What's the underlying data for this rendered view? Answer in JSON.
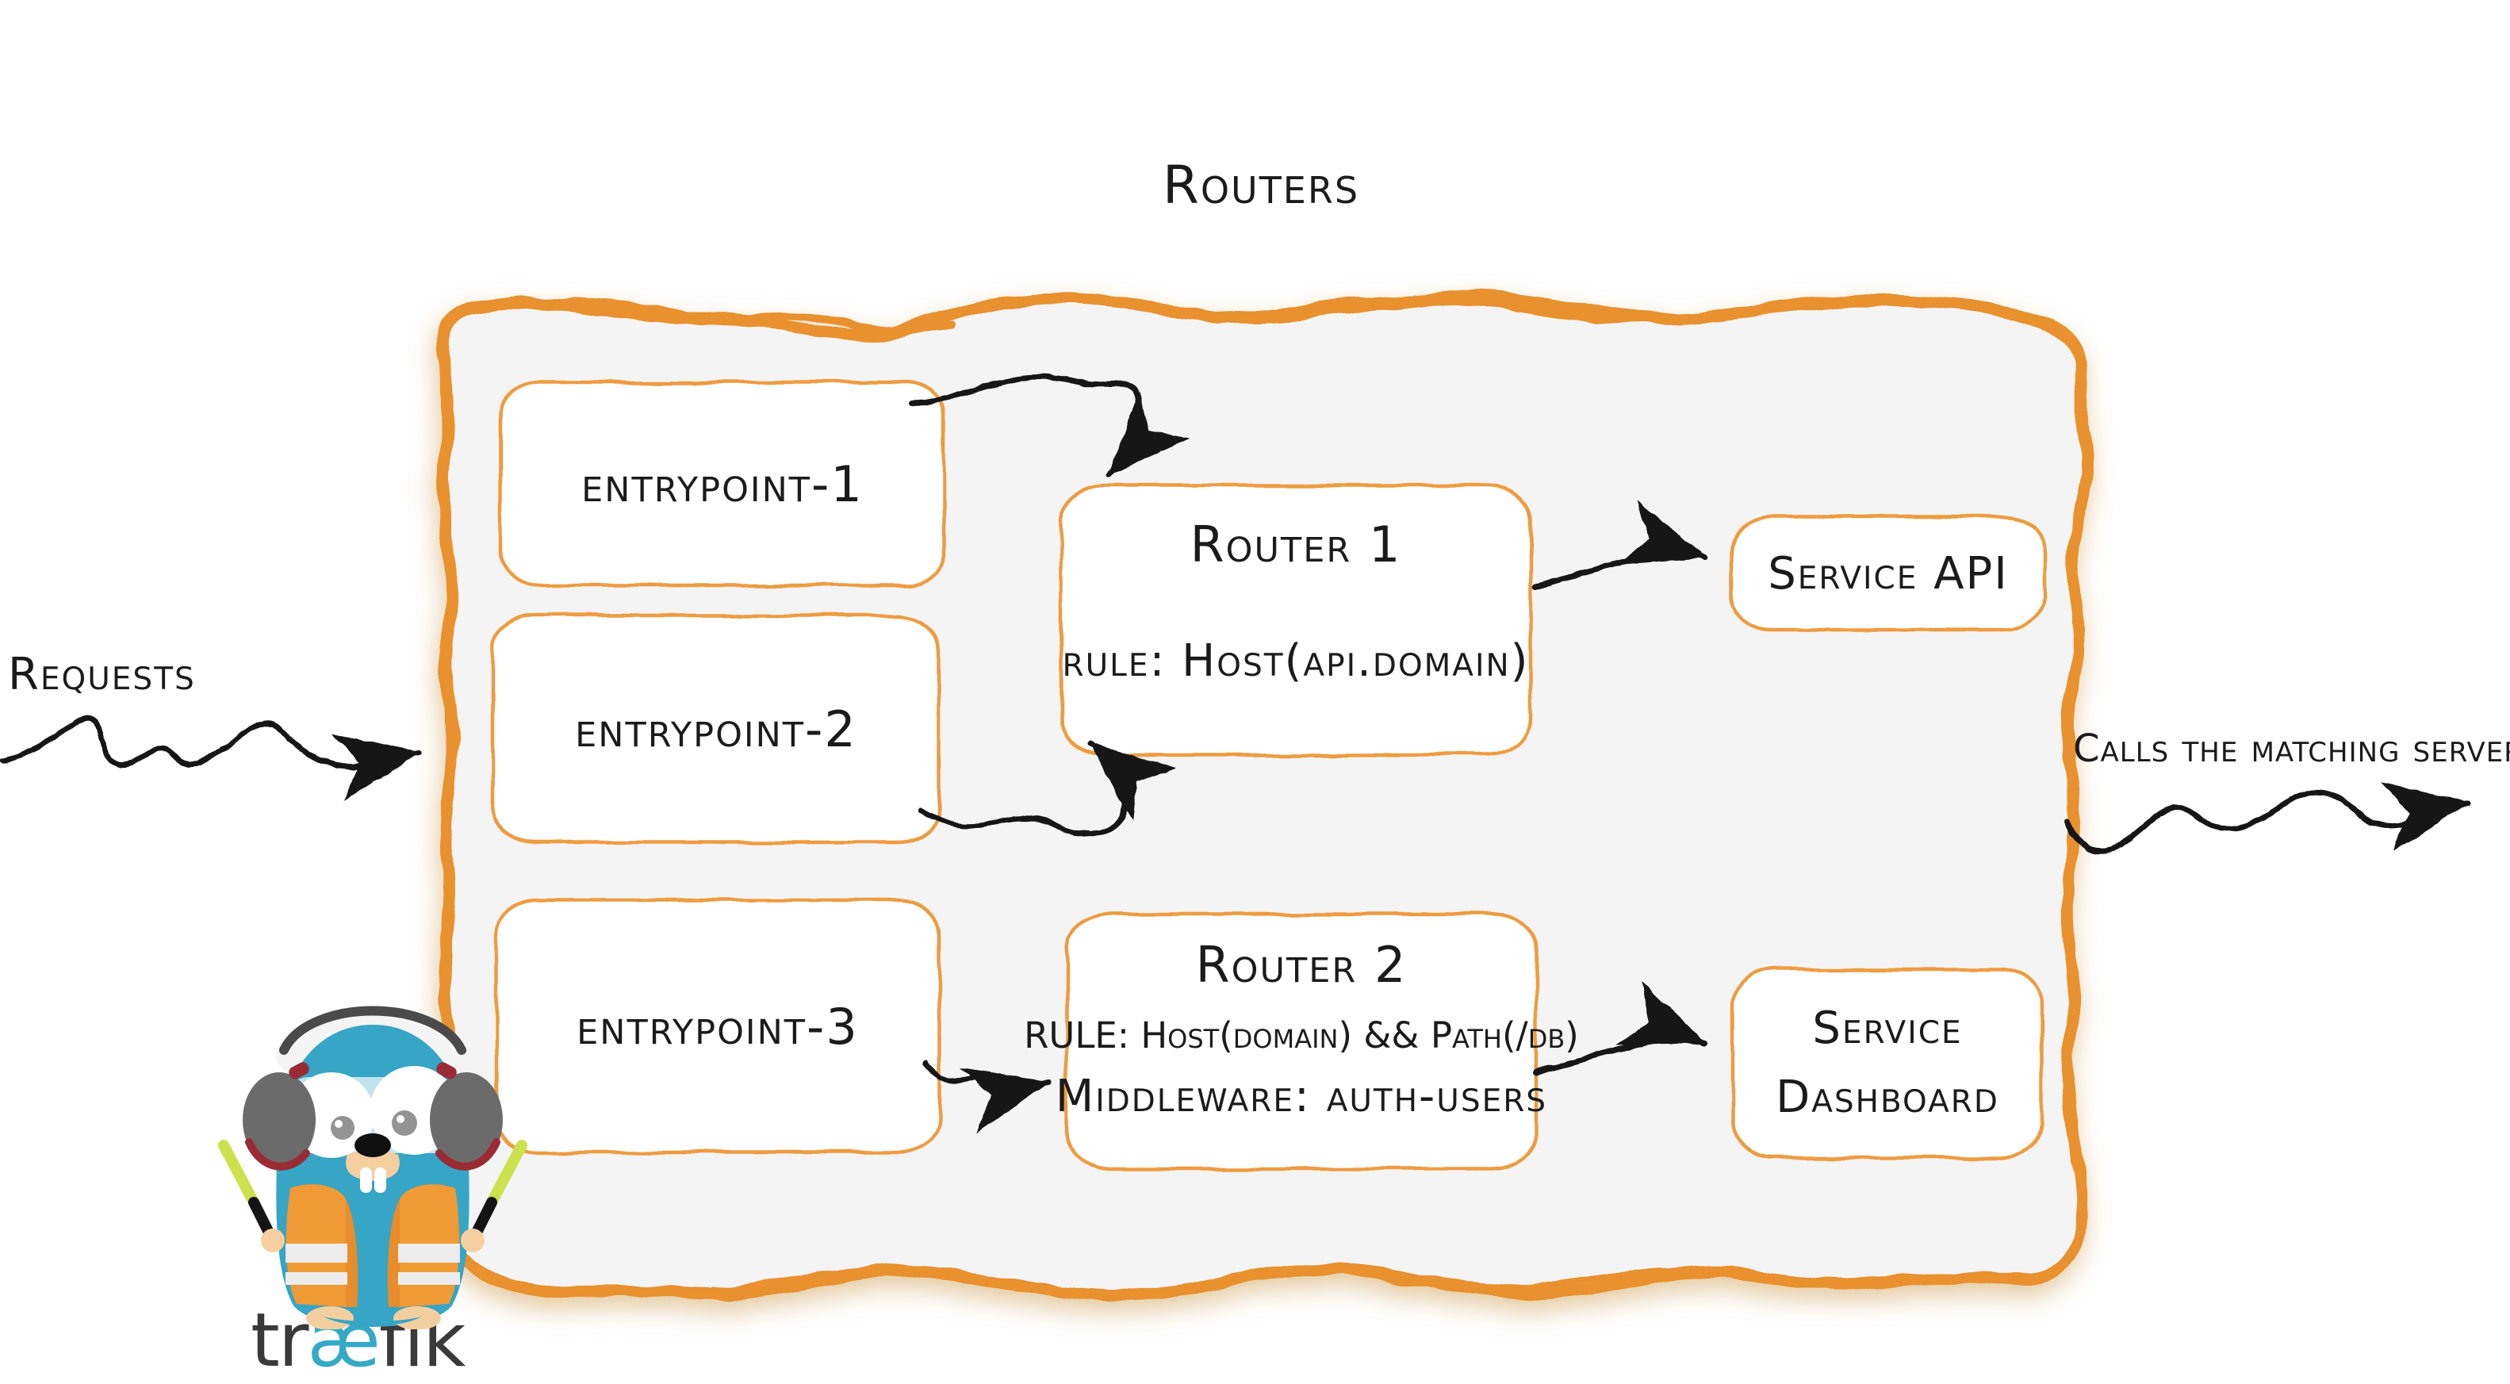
{
  "title": "Routers",
  "labels": {
    "requests": "Requests",
    "calls": "Calls the matching server"
  },
  "entrypoints": [
    {
      "label": "entrypoint-1"
    },
    {
      "label": "entrypoint-2"
    },
    {
      "label": "entrypoint-3"
    }
  ],
  "routers": [
    {
      "title": "Router 1",
      "rule": "rule: Host(api.domain)"
    },
    {
      "title": "Router 2",
      "rule": "RULE: Host(domain) && Path(/db)",
      "middleware": "Middleware: auth-users"
    }
  ],
  "services": [
    {
      "label": "Service API"
    },
    {
      "label": "Service Dashboard"
    }
  ],
  "logo": {
    "mascot": "traefik-gopher",
    "wordmark_pre": "tr",
    "wordmark_mid": "æ",
    "wordmark_post": "fik"
  },
  "colors": {
    "container_border_orange": "#e8912d",
    "box_border_orange": "#ed9c3f",
    "container_fill": "#f4f4f4",
    "arrow_black": "#141414",
    "text": "#1b1b1b",
    "gopher_blue": "#36a5c6",
    "vest_orange": "#f09a36",
    "stick_green": "#cbe24e",
    "wordmark_gray": "#3a3a3a",
    "wordmark_ae_blue": "#35a9c6"
  }
}
